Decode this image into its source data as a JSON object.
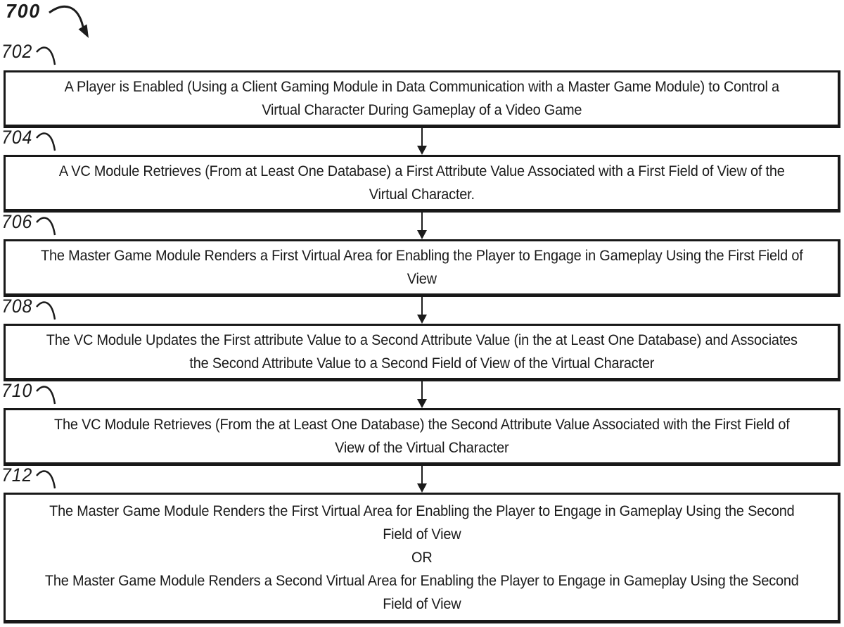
{
  "figure": {
    "label": "700",
    "type": "flowchart",
    "ink_color": "#1a1a1a",
    "background_color": "#ffffff"
  },
  "steps": [
    {
      "ref": "702",
      "lines": [
        "A Player is Enabled (Using a Client Gaming Module in Data Communication with a Master Game Module) to Control a",
        "Virtual Character During Gameplay of a Video Game"
      ]
    },
    {
      "ref": "704",
      "lines": [
        "A VC Module Retrieves (From at Least One Database) a First Attribute Value Associated with a First Field of View of the",
        "Virtual Character."
      ]
    },
    {
      "ref": "706",
      "lines": [
        "The Master Game Module Renders a First Virtual Area for Enabling the Player to Engage in Gameplay Using the First Field of",
        "View"
      ]
    },
    {
      "ref": "708",
      "lines": [
        "The VC Module Updates the First attribute Value to a Second Attribute Value (in the at Least One Database) and Associates",
        "the Second Attribute Value to a Second Field of View of the Virtual Character"
      ]
    },
    {
      "ref": "710",
      "lines": [
        "The VC Module Retrieves (From the at Least One Database) the Second Attribute Value Associated with the First Field of",
        "View of the Virtual Character"
      ]
    },
    {
      "ref": "712",
      "lines": [
        "The Master Game Module Renders the First Virtual Area for Enabling the Player to Engage in Gameplay Using the Second",
        "Field of View",
        "OR",
        "The Master Game Module Renders a Second Virtual Area for Enabling the Player to Engage in Gameplay Using the Second",
        "Field of View"
      ]
    }
  ]
}
